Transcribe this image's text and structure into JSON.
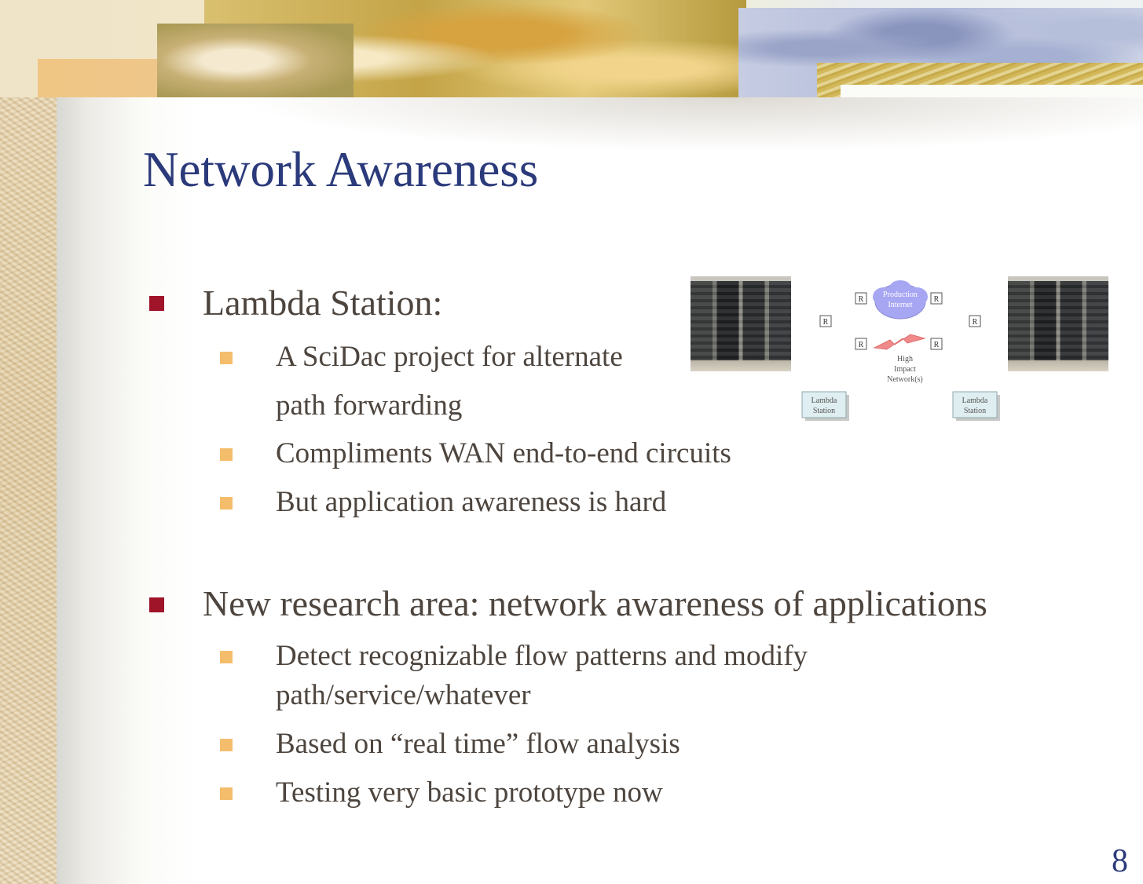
{
  "slide": {
    "title": "Network Awareness",
    "page_number": "8",
    "bullets": [
      {
        "text": "Lambda Station:",
        "sub": [
          "A SciDac project for alternate",
          "path forwarding",
          "Compliments WAN end-to-end circuits",
          "But application awareness is hard"
        ]
      },
      {
        "text": "New research area:  network awareness of applications",
        "sub": [
          "Detect recognizable flow patterns and modify",
          "path/service/whatever",
          "Based on “real time” flow analysis",
          "Testing very basic prototype now"
        ]
      }
    ]
  },
  "figure": {
    "cloud_label_1": "Production",
    "cloud_label_2": "Internet",
    "router_label": "R",
    "network_label_1": "High",
    "network_label_2": "Impact",
    "network_label_3": "Network(s)",
    "station_label_1": "Lambda",
    "station_label_2": "Station",
    "colors": {
      "cloud": "#a7a6f2",
      "lightning": "#f08a8a",
      "station_box": "#dfeef0"
    }
  },
  "colors": {
    "title": "#2b3a7a",
    "body_text": "#4d453e",
    "bullet_level1": "#a0142a",
    "bullet_level2": "#f4bd6c"
  }
}
